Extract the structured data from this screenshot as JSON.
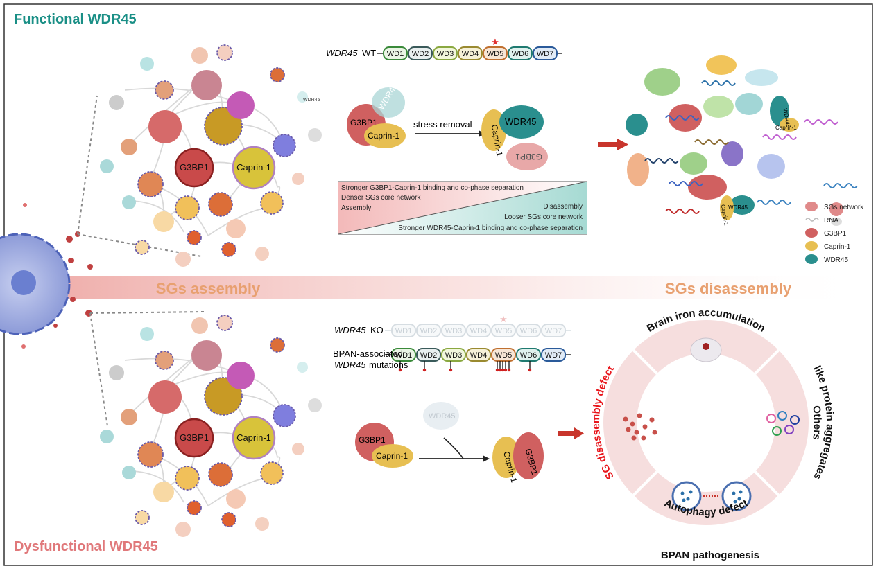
{
  "titles": {
    "top": "Functional WDR45",
    "bottom": "Dysfunctional WDR45",
    "band_left": "SGs assembly",
    "band_right": "SGs disassembly"
  },
  "colors": {
    "teal_title": "#1a8f86",
    "pink_title": "#e0787a",
    "band": "#f2b6b2",
    "band_text": "#e8a070",
    "g3bp1": "#d06060",
    "caprin": "#e7bf52",
    "wdr45": "#2a8f8e",
    "arrow": "#c8352c",
    "defect_red": "#e8151b"
  },
  "network": {
    "g3bp1_label": "G3BP1",
    "caprin_label": "Caprin-1",
    "small_wdr45_label": "WDR45"
  },
  "domains": {
    "wt_gene": "WDR45",
    "wt_suffix": "WT",
    "ko_gene": "WDR45",
    "ko_suffix": "KO",
    "bpan_line1": "BPAN-associated",
    "bpan_gene": "WDR45",
    "bpan_line2": "mutations",
    "labels": [
      "WD1",
      "WD2",
      "WD3",
      "WD4",
      "WD5",
      "WD6",
      "WD7"
    ]
  },
  "top_mechanism": {
    "g3bp1": "G3BP1",
    "caprin": "Caprin-1",
    "wdr45": "WDR45",
    "arrow_label": "stress removal",
    "after_caprin": "Caprin-1",
    "after_wdr45": "WDR45",
    "after_g3bp1": "G3BP1"
  },
  "gradient_box": {
    "line1": "Stronger G3BP1-Caprin-1 binding and co-phase separation",
    "line2": "Denser SGs core network",
    "line3": "Assembly",
    "line4": "Disassembly",
    "line5": "Looser SGs core network",
    "line6": "Stronger WDR45-Caprin-1 binding and co-phase separation"
  },
  "bottom_mechanism": {
    "g3bp1": "G3BP1",
    "caprin": "Caprin-1",
    "wdr45": "WDR45",
    "after_caprin": "Caprin-1",
    "after_g3bp1": "G3BP1"
  },
  "right_scatter": {
    "caprin_label": "Caprin-1",
    "wdr45_label_1": "WDR45",
    "wdr45_label_2": "WDR45",
    "caprin_label_2": "Caprin-1"
  },
  "legend": {
    "items": [
      "SGs network",
      "RNA",
      "G3BP1",
      "Caprin-1",
      "WDR45"
    ]
  },
  "ring": {
    "top": "Brain iron accumulation",
    "left": "SG disassembly defect",
    "right_1": "Others",
    "right_2": "like protein aggregates",
    "bottom": "Autophagy defect",
    "caption": "BPAN pathogenesis"
  }
}
